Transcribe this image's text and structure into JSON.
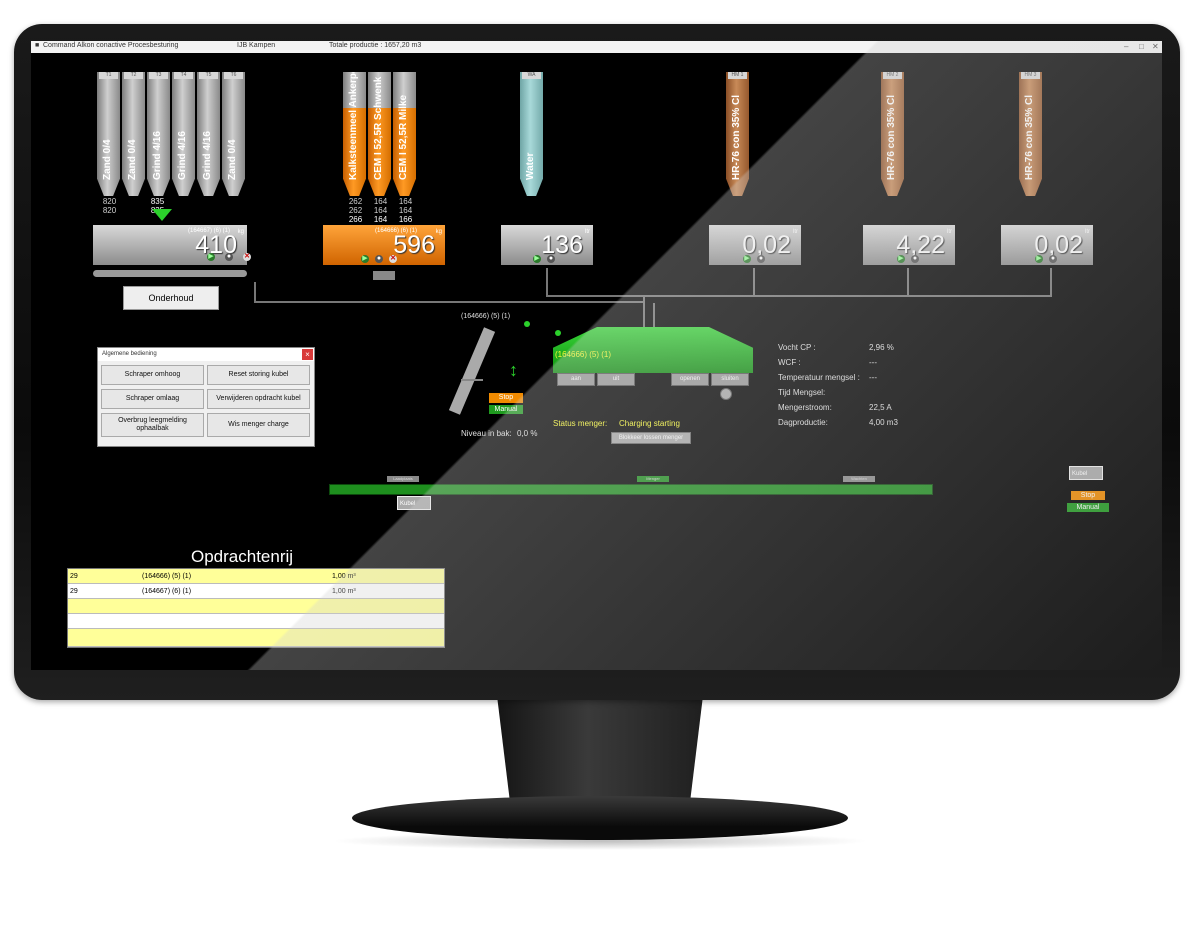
{
  "titlebar": {
    "app_title": "Command Alkon conactive Procesbesturing",
    "location": "IJB Kampen",
    "total_production": "Totale productie : 1657,20 m3"
  },
  "aggregate_silos": [
    {
      "tag": "T1",
      "label": "Zand 0/4"
    },
    {
      "tag": "T2",
      "label": "Zand 0/4"
    },
    {
      "tag": "T3",
      "label": "Grind 4/16"
    },
    {
      "tag": "T4",
      "label": "Grind 4/16"
    },
    {
      "tag": "T5",
      "label": "Grind 4/16"
    },
    {
      "tag": "T6",
      "label": "Zand 0/4"
    }
  ],
  "aggregate_values": {
    "top": "820",
    "bottom": "820",
    "active_top": "835",
    "active_bottom": "835"
  },
  "aggregate_weigh": {
    "value": "410",
    "unit": "kg",
    "order": "(164667) (6) (1)"
  },
  "onderhoud_label": "Onderhoud",
  "cement_silos": [
    {
      "label": "Kalksteenmeel Ankerpoort",
      "values": [
        "262",
        "262",
        "266"
      ]
    },
    {
      "label": "CEM I 52,5R Schwenk",
      "values": [
        "164",
        "164",
        "164"
      ]
    },
    {
      "label": "CEM I 52,5R Milke",
      "values": [
        "164",
        "164",
        "166"
      ]
    }
  ],
  "cement_weigh": {
    "value": "596",
    "unit": "kg",
    "order": "(164666) (6) (1)"
  },
  "water_silo": {
    "tag": "WA",
    "label": "Water"
  },
  "water_weigh": {
    "value": "136",
    "unit": "ltr"
  },
  "admix_silos": [
    {
      "tag": "HM 1",
      "label": "HR-76 con 35% Cl"
    },
    {
      "tag": "HM 2",
      "label": "HR-76 con 35% Cl"
    },
    {
      "tag": "HM 3",
      "label": "HR-76 con 35% Cl"
    }
  ],
  "admix_weigh": [
    {
      "value": "0,02",
      "unit": "ltr"
    },
    {
      "value": "4,22",
      "unit": "ltr"
    },
    {
      "value": "0,02",
      "unit": "ltr"
    }
  ],
  "elevator": {
    "order": "(164666) (5) (1)",
    "stop": "Stop",
    "manual": "Manual",
    "level_label": "Niveau in bak:",
    "level_value": "0,0 %"
  },
  "mixer": {
    "order": "(164666) (5) (1)",
    "buttons": [
      "aan",
      "uit",
      "openen",
      "sluiten"
    ],
    "status_label": "Status menger:",
    "status_value": "Charging starting",
    "unlock_button": "Blokkeer lossen menger"
  },
  "info": [
    {
      "label": "Vocht CP :",
      "value": "2,96 %"
    },
    {
      "label": "WCF :",
      "value": "---"
    },
    {
      "label": "Temperatuur mengsel :",
      "value": "---"
    },
    {
      "label": "Tijd Mengsel:",
      "value": ""
    },
    {
      "label": "Mengerstroom:",
      "value": "22,5 A"
    },
    {
      "label": "Dagproductie:",
      "value": "4,00 m3"
    }
  ],
  "dialog": {
    "title": "Algemene bediening",
    "close": "×",
    "buttons": [
      "Schraper omhoog",
      "Reset storing kubel",
      "Schraper omlaag",
      "Verwijderen opdracht kubel",
      "Overbrug leegmelding ophaalbak",
      "Wis menger charge"
    ]
  },
  "track": {
    "labels": [
      "Laadplaats",
      "Menger",
      "Wachten"
    ],
    "kubel": "Kubel"
  },
  "kubel_right": {
    "label": "Kubel",
    "stop": "Stop",
    "manual": "Manual"
  },
  "queue": {
    "title": "Opdrachtenrij",
    "rows": [
      {
        "id": "29",
        "order": "(164666) (5) (1)",
        "qty": "1,00 m³"
      },
      {
        "id": "29",
        "order": "(164667) (6) (1)",
        "qty": "1,00 m³"
      },
      {
        "id": "",
        "order": "",
        "qty": ""
      },
      {
        "id": "",
        "order": "",
        "qty": ""
      },
      {
        "id": "",
        "order": "",
        "qty": ""
      }
    ]
  },
  "colors": {
    "screen_bg": "#000000",
    "mixer_green": "#22b822",
    "orange": "#f08a00",
    "queue_highlight": "#ffff99"
  }
}
